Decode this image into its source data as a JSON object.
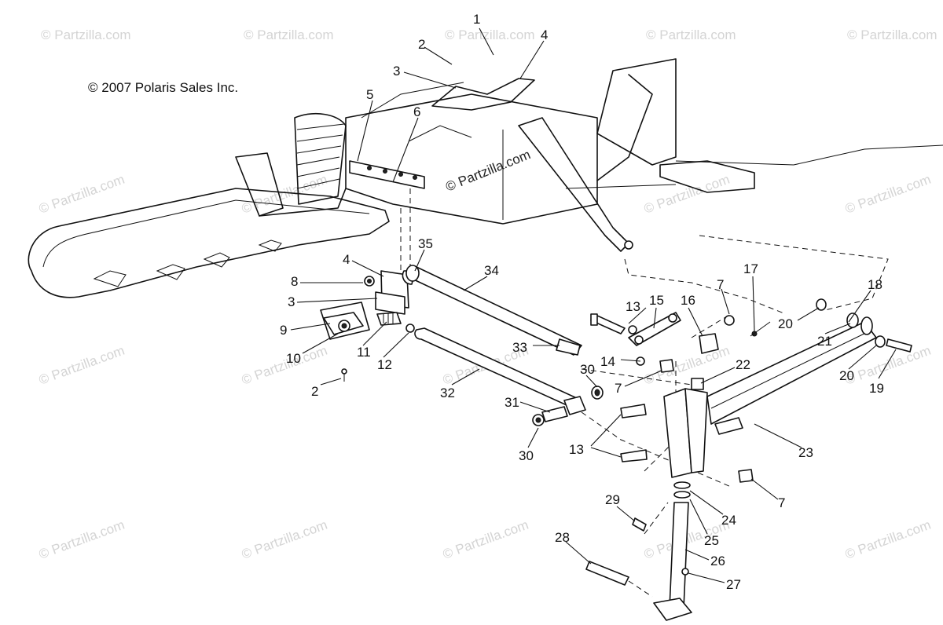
{
  "copyright": "© 2007 Polaris Sales Inc.",
  "watermark": {
    "text": "© Partzilla.com",
    "main_text": "© Partzilla.com"
  },
  "callouts": [
    "1",
    "2",
    "3",
    "4",
    "5",
    "6",
    "35",
    "34",
    "4",
    "8",
    "3",
    "9",
    "10",
    "11",
    "12",
    "2",
    "33",
    "32",
    "30",
    "31",
    "30",
    "13",
    "15",
    "16",
    "7",
    "17",
    "14",
    "7",
    "22",
    "18",
    "20",
    "21",
    "20",
    "19",
    "23",
    "13",
    "7",
    "29",
    "24",
    "25",
    "28",
    "26",
    "27"
  ]
}
